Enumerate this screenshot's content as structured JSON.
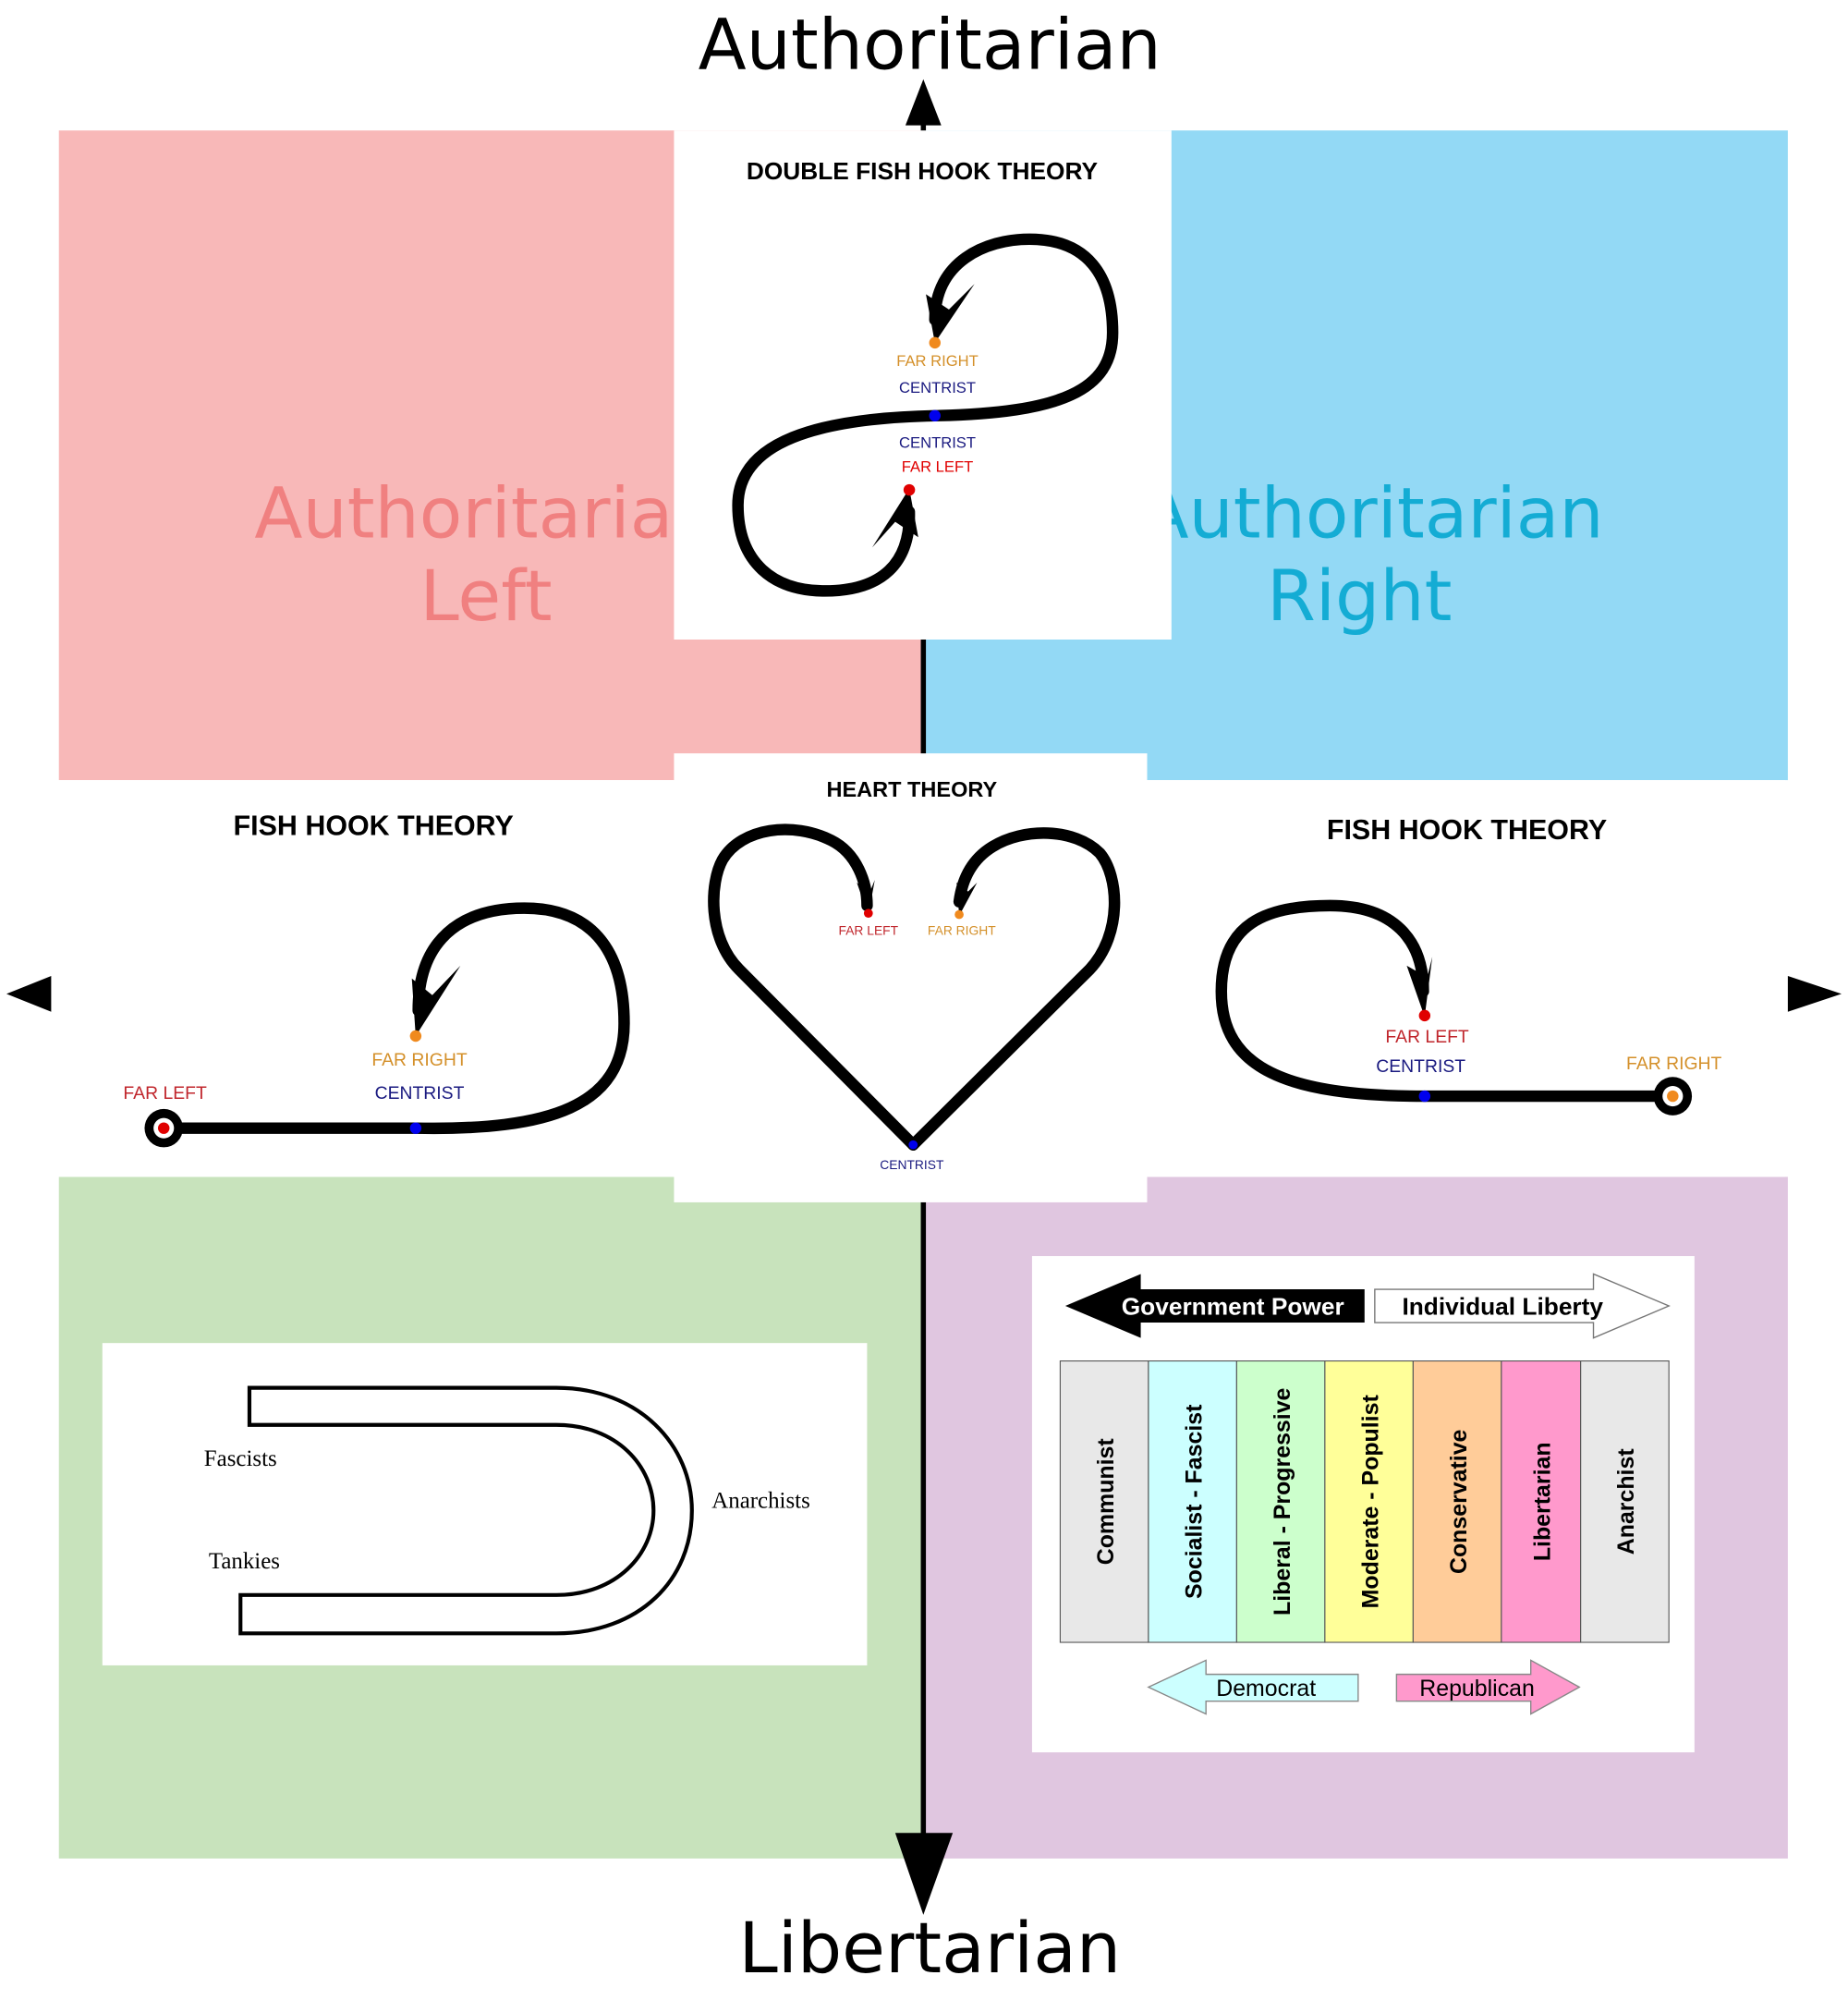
{
  "axes": {
    "top": "Authoritarian",
    "bottom": "Libertarian"
  },
  "quadrants": {
    "top_left": {
      "line1": "Authoritarian",
      "line2": "Left",
      "fill": "#f8b8b8",
      "text_color": "#f08080"
    },
    "top_right": {
      "line1": "Authoritarian",
      "line2": "Right",
      "fill": "#93d9f5",
      "text_color": "#14acd4"
    },
    "bottom_left": {
      "fill": "#c8e3bc"
    },
    "bottom_right": {
      "fill": "#e0c6e0"
    }
  },
  "double_fish_hook": {
    "title": "DOUBLE FISH HOOK THEORY",
    "far_right": "FAR RIGHT",
    "centrist_top": "CENTRIST",
    "centrist_bottom": "CENTRIST",
    "far_left": "FAR LEFT"
  },
  "fish_hook_left": {
    "title": "FISH HOOK THEORY",
    "far_left": "FAR LEFT",
    "far_right": "FAR RIGHT",
    "centrist": "CENTRIST"
  },
  "heart": {
    "title": "HEART THEORY",
    "far_left": "FAR LEFT",
    "far_right": "FAR RIGHT",
    "centrist": "CENTRIST"
  },
  "fish_hook_right": {
    "title": "FISH HOOK THEORY",
    "far_left": "FAR LEFT",
    "centrist": "CENTRIST",
    "far_right": "FAR RIGHT"
  },
  "horseshoe": {
    "fascists": "Fascists",
    "tankies": "Tankies",
    "anarchists": "Anarchists"
  },
  "spectrum": {
    "government_power": "Government Power",
    "individual_liberty": "Individual Liberty",
    "columns": [
      {
        "label": "Communist",
        "color": "#e8e8e8"
      },
      {
        "label": "Socialist - Fascist",
        "color": "#ccffff"
      },
      {
        "label": "Liberal - Progressive",
        "color": "#ccffcc"
      },
      {
        "label": "Moderate - Populist",
        "color": "#ffff99"
      },
      {
        "label": "Conservative",
        "color": "#ffcc99"
      },
      {
        "label": "Libertarian",
        "color": "#ff99cc"
      },
      {
        "label": "Anarchist",
        "color": "#e8e8e8"
      }
    ],
    "democrat": "Democrat",
    "republican": "Republican"
  },
  "colors": {
    "far_left": "#e00000",
    "far_right": "#f08a1e",
    "centrist": "#0000ee",
    "far_left_text": "#c0262c",
    "far_right_text": "#d4902a",
    "centrist_text": "#1a1a80"
  }
}
